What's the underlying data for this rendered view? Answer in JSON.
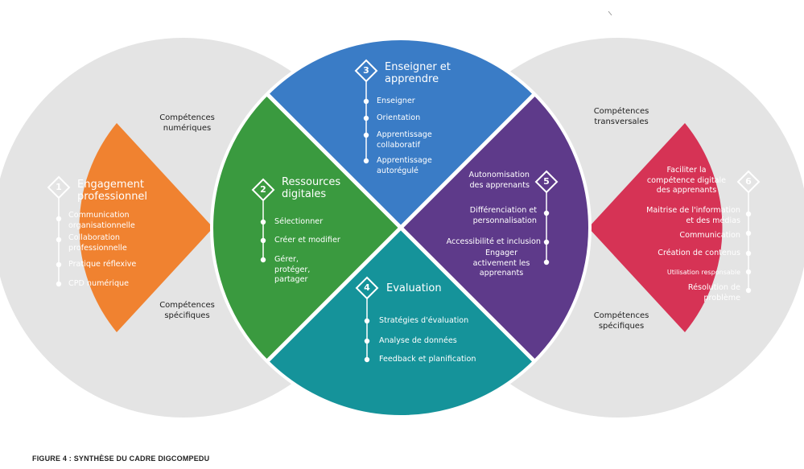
{
  "caption": "FIGURE 4 : SYNTHÈSE DU CADRE DIGCOMPEDU",
  "outer_labels": {
    "left_top": "Compétences\nnumériques",
    "left_bottom": "Compétences\nspécifiques",
    "right_top": "Compétences\ntransversales",
    "right_bottom": "Compétences\nspécifiques"
  },
  "areas": [
    {
      "number": "1",
      "title": "Engagement\nprofessionnel",
      "color": "#f08230",
      "items": [
        "Communication\norganisationnelle",
        "Collaboration\nprofessionnelle",
        "Pratique réflexive",
        "CPD numérique"
      ]
    },
    {
      "number": "2",
      "title": "Ressources\ndigitales",
      "color": "#3a9a3f",
      "items": [
        "Sélectionner",
        "Créer et modifier",
        "Gérer,\nprotéger,\npartager"
      ]
    },
    {
      "number": "3",
      "title": "Enseigner et\napprendre",
      "color": "#3a7cc6",
      "items": [
        "Enseigner",
        "Orientation",
        "Apprentissage\ncollaboratif",
        "Apprentissage\nautorégulé"
      ]
    },
    {
      "number": "4",
      "title": "Evaluation",
      "color": "#15939a",
      "items": [
        "Stratégies d'évaluation",
        "Analyse de données",
        "Feedback et planification"
      ]
    },
    {
      "number": "5",
      "title": "",
      "color": "#5e3a8a",
      "items": [
        "Autonomisation\ndes apprenants",
        "Différenciation et\npersonnalisation",
        "Accessibilité et inclusion",
        "Engager\nactivement les\napprenants"
      ]
    },
    {
      "number": "6",
      "title": "",
      "color": "#d63355",
      "items": [
        "Faciliter la\ncompétence digitale\ndes apprenants",
        "Maitrise de l'information\net des médias",
        "Communication",
        "Création de contenus",
        "Utilisation responsable",
        "Résolution de\nproblème"
      ]
    }
  ],
  "colors": {
    "circle_gray": "#e4e4e4",
    "text": "#ffffff",
    "label": "#222222"
  }
}
